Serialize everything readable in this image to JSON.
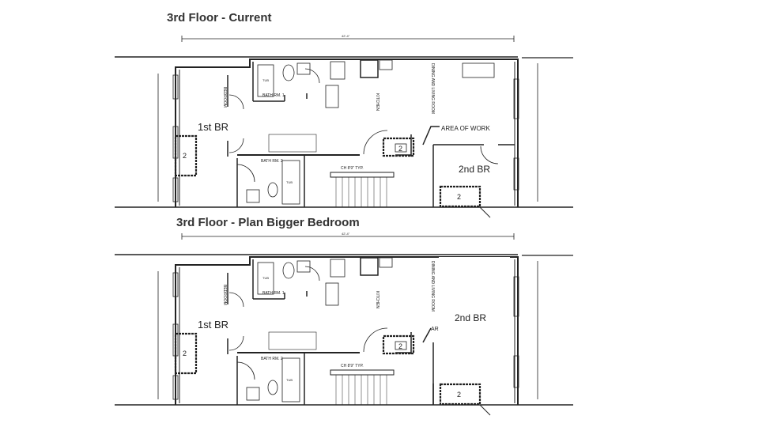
{
  "plans": [
    {
      "title": "3rd Floor - Current",
      "variant": "current",
      "dimension_width": "42'-4\"",
      "labels": {
        "first_br": "1st BR",
        "second_br": "2nd BR",
        "area_of_work": "AREA OF WORK",
        "bath1": "BATH RM. 1",
        "bath2": "BATH RM. 2",
        "tub": "TUB",
        "kitchen": "KITCHEN",
        "bedroom": "BEDROOM",
        "dining": "DINING AND LIVING ROOM",
        "ceiling": "CH 8'9\" TYP.",
        "radiator": "2"
      }
    },
    {
      "title": "3rd Floor - Plan Bigger Bedroom",
      "variant": "bigger",
      "dimension_width": "42'-4\"",
      "labels": {
        "first_br": "1st BR",
        "second_br": "2nd BR",
        "area_of_work": "AR",
        "bath1": "BATH RM. 1",
        "bath2": "BATH RM. 2",
        "tub": "TUB",
        "kitchen": "KITCHEN",
        "bedroom": "BEDROOM",
        "dining": "DINING AND LIVING ROOM",
        "ceiling": "CH 8'9\" TYP.",
        "radiator": "2"
      }
    }
  ]
}
